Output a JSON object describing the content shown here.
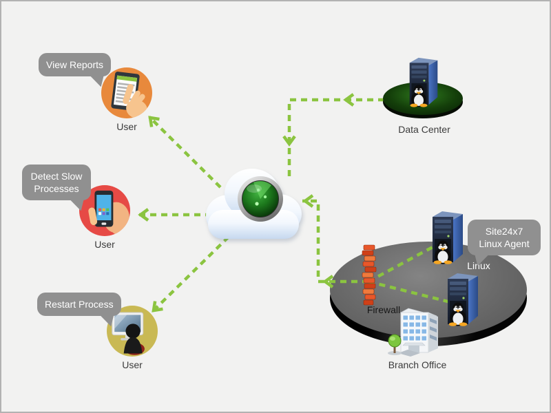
{
  "callouts": {
    "view_reports": "View Reports",
    "detect_slow_processes": "Detect Slow Processes",
    "restart_process": "Restart Process",
    "site24x7_linux_agent": "Site24x7 Linux Agent"
  },
  "nodes": {
    "user_reports": {
      "label": "User",
      "icon": "tablet-report-user-icon"
    },
    "user_mobile": {
      "label": "User",
      "icon": "phone-in-hand-user-icon"
    },
    "user_desktop": {
      "label": "User",
      "icon": "person-at-computer-user-icon"
    },
    "cloud": {
      "icon": "site24x7-cloud-radar-icon"
    },
    "data_center": {
      "label": "Data Center",
      "icon": "server-tower-with-tux-icon"
    },
    "linux_server_1": {
      "label": "Linux",
      "icon": "server-tower-with-tux-icon"
    },
    "linux_server_2": {
      "icon": "server-tower-with-tux-icon"
    },
    "firewall": {
      "label": "Firewall",
      "icon": "brick-firewall-icon"
    },
    "branch_office": {
      "label": "Branch Office",
      "icon": "office-building-icon"
    }
  },
  "colors": {
    "background": "#f2f2f1",
    "frame_border": "#b2b2b2",
    "arrow_green": "#8bc440",
    "callout_gray": "#909090",
    "user_reports_circle": "#e8893c",
    "user_mobile_circle": "#e64a45",
    "user_desktop_circle": "#c9b954",
    "data_center_platform_green": "#1d5412",
    "office_platform_gray": "#6a6a6a",
    "firewall_red": "#e05325",
    "server_blue": "#3e68b4"
  }
}
